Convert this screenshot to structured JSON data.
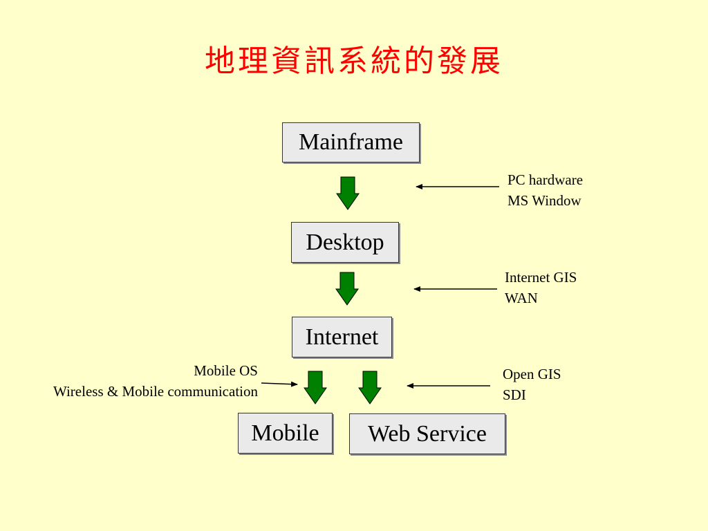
{
  "title": "地理資訊系統的發展",
  "nodes": {
    "mainframe": "Mainframe",
    "desktop": "Desktop",
    "internet": "Internet",
    "mobile": "Mobile",
    "web_service": "Web Service"
  },
  "side_labels": {
    "pc": {
      "line1": "PC hardware",
      "line2": "MS Window"
    },
    "internet_gis": {
      "line1": "Internet GIS",
      "line2": "WAN"
    },
    "open_gis": {
      "line1": "Open GIS",
      "line2": "SDI"
    },
    "mobile_os": {
      "line1": "Mobile OS",
      "line2": "Wireless & Mobile communication"
    }
  },
  "colors": {
    "background": "#ffffcc",
    "title": "#ff0000",
    "arrow_fill": "#008000",
    "node_fill": "#eaeaea"
  }
}
